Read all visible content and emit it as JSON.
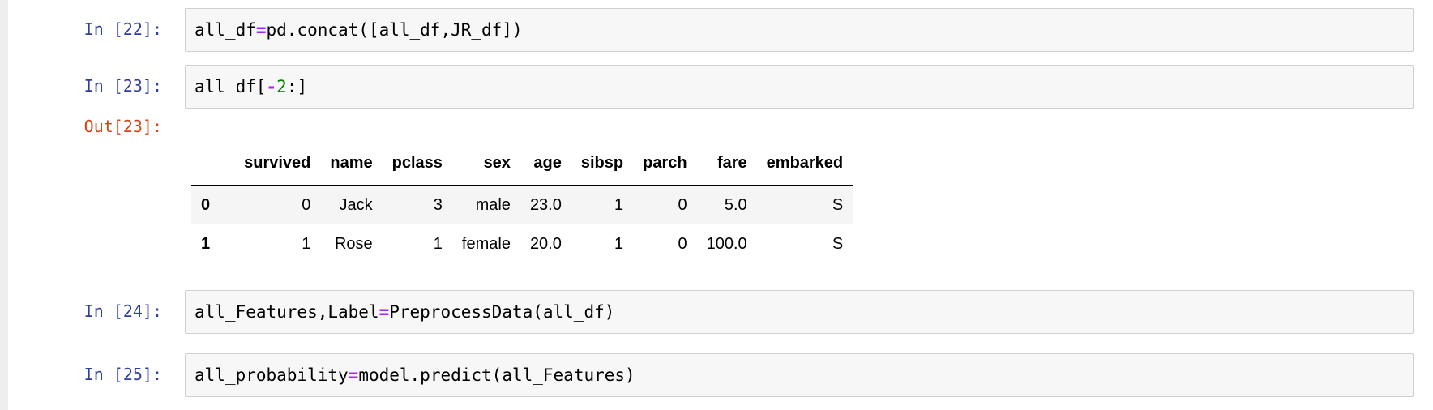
{
  "cells": [
    {
      "prompt": "In [22]:",
      "code": [
        "all_df",
        "=",
        "pd.concat([all_df,JR_df])"
      ]
    },
    {
      "prompt": "In [23]:",
      "code": [
        "all_df[",
        "-",
        "2",
        ":]"
      ],
      "out_prompt": "Out[23]:"
    },
    {
      "prompt": "In [24]:",
      "code": [
        "all_Features,Label",
        "=",
        "PreprocessData(all_df)"
      ]
    },
    {
      "prompt": "In [25]:",
      "code": [
        "all_probability",
        "=",
        "model.predict(all_Features)"
      ]
    }
  ],
  "dataframe": {
    "columns": [
      "",
      "survived",
      "name",
      "pclass",
      "sex",
      "age",
      "sibsp",
      "parch",
      "fare",
      "embarked"
    ],
    "rows": [
      {
        "index": "0",
        "cells": [
          "0",
          "Jack",
          "3",
          "male",
          "23.0",
          "1",
          "0",
          "5.0",
          "S"
        ]
      },
      {
        "index": "1",
        "cells": [
          "1",
          "Rose",
          "1",
          "female",
          "20.0",
          "1",
          "0",
          "100.0",
          "S"
        ]
      }
    ]
  },
  "colors": {
    "in_prompt": "#303f9f",
    "out_prompt": "#d84315",
    "operator": "#aa22ff",
    "number": "#008000",
    "input_bg": "#f7f7f7"
  }
}
